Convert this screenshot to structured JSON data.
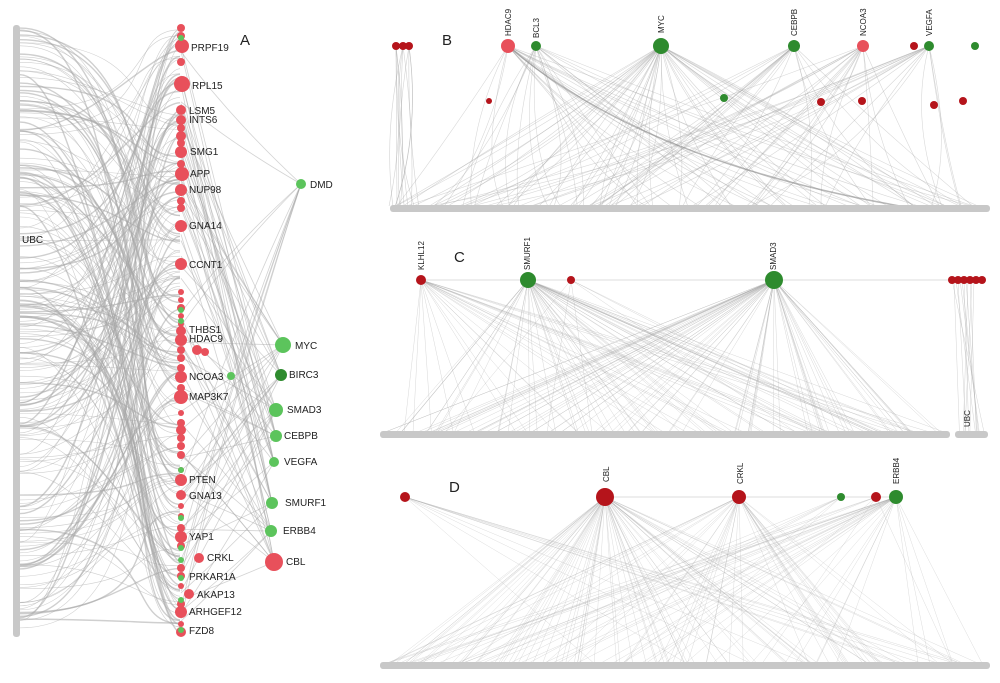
{
  "panels": {
    "A": {
      "letter": "A",
      "hub_label": "UBC",
      "labels": [
        "PRPF19",
        "RPL15",
        "LSM5",
        "INTS6",
        "SMG1",
        "APP",
        "NUP98",
        "GNA14",
        "CCNT1",
        "THBS1",
        "HDAC9",
        "NCOA3",
        "MAP3K7",
        "PTEN",
        "GNA13",
        "YAP1",
        "CRKL",
        "PRKAR1A",
        "AKAP13",
        "ARHGEF12",
        "FZD8"
      ],
      "right_labels": [
        "DMD",
        "MYC",
        "BIRC3",
        "SMAD3",
        "CEBPB",
        "VEGFA",
        "SMURF1",
        "ERBB4",
        "CBL"
      ]
    },
    "B": {
      "letter": "B",
      "labels": [
        "HDAC9",
        "BCL3",
        "MYC",
        "CEBPB",
        "NCOA3",
        "VEGFA"
      ]
    },
    "C": {
      "letter": "C",
      "labels": [
        "KLHL12",
        "SMURF1",
        "SMAD3",
        "UBC"
      ]
    },
    "D": {
      "letter": "D",
      "labels": [
        "CBL",
        "CRKL",
        "ERBB4"
      ]
    }
  },
  "colors": {
    "up_red": "#e8505b",
    "dark_red": "#b5141b",
    "up_green": "#5cc45c",
    "dark_green": "#2e8b2e",
    "edge_gray": "#a8a8a8",
    "baseline_gray": "#c8c8c8"
  }
}
